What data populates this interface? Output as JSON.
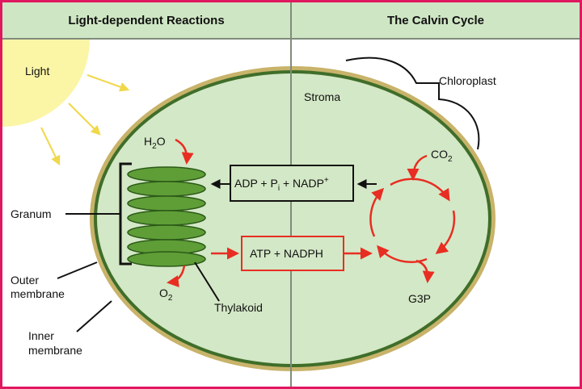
{
  "header": {
    "left_title": "Light-dependent Reactions",
    "right_title": "The Calvin Cycle"
  },
  "labels": {
    "light": "Light",
    "chloroplast": "Chloroplast",
    "stroma": "Stroma",
    "granum": "Granum",
    "outer_membrane_1": "Outer",
    "outer_membrane_2": "membrane",
    "inner_membrane_1": "Inner",
    "inner_membrane_2": "membrane",
    "thylakoid": "Thylakoid",
    "h2o_main": "H",
    "h2o_sub": "2",
    "h2o_end": "O",
    "o2_main": "O",
    "o2_sub": "2",
    "co2_main": "CO",
    "co2_sub": "2",
    "g3p": "G3P",
    "adp_main": "ADP + P",
    "adp_sub": "i",
    "adp_end": " + NADP",
    "adp_sup": "+",
    "atp_box": "ATP + NADPH"
  },
  "colors": {
    "frame": "#e0185f",
    "header_bg": "#cfe6c4",
    "stroma_fill": "#d3e8c6",
    "outer_membrane": "#c8b36a",
    "inner_membrane": "#3f6e2a",
    "thylakoid": "#5f9e37",
    "sun": "#fbf5a6",
    "light_arrow": "#f0d84a",
    "reaction_arrow": "#e82d22"
  }
}
